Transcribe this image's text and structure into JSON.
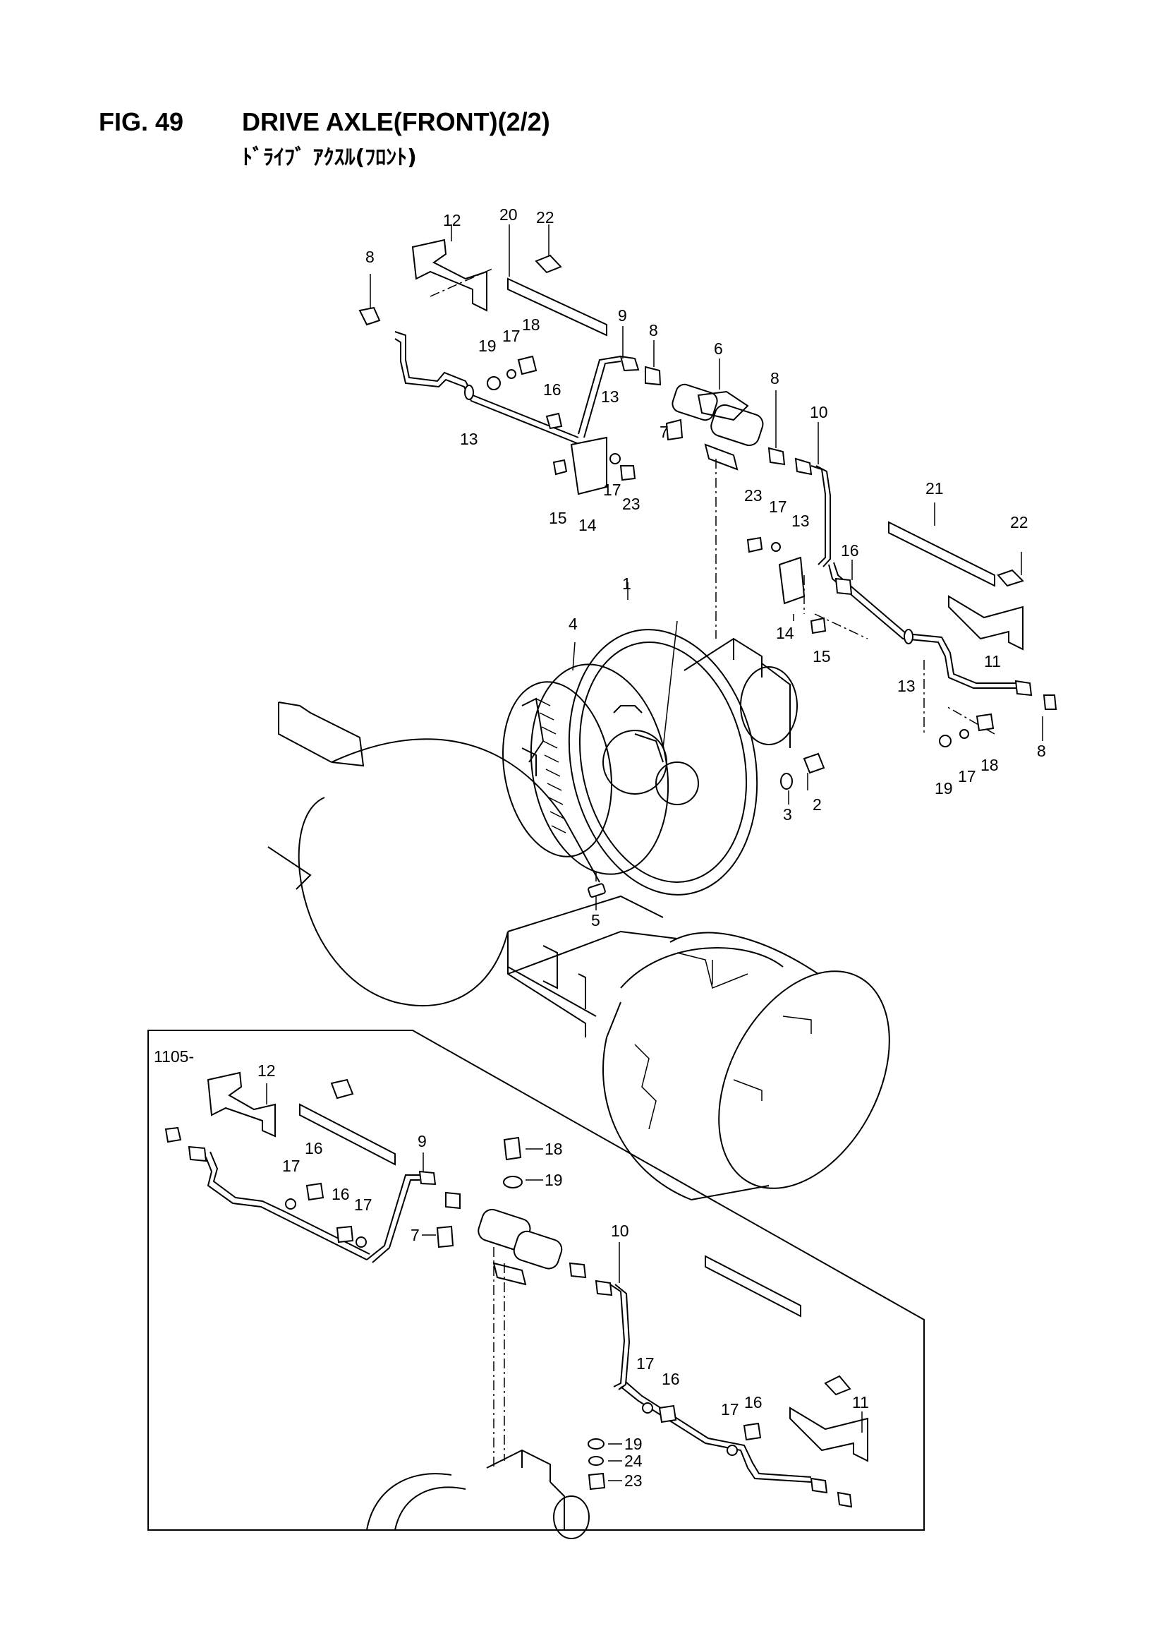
{
  "header": {
    "figure_number": "FIG. 49",
    "title": "DRIVE AXLE(FRONT)(2/2)",
    "subtitle": "ﾄﾞﾗｲﾌﾞ ｱｸｽﾙ(ﾌﾛﾝﾄ)"
  },
  "inset": {
    "serial_label": "1105-"
  },
  "callouts": {
    "main": [
      "12",
      "20",
      "22",
      "8",
      "9",
      "8",
      "6",
      "18",
      "17",
      "19",
      "16",
      "13",
      "13",
      "7",
      "8",
      "10",
      "15",
      "14",
      "17",
      "23",
      "23",
      "17",
      "13",
      "16",
      "21",
      "22",
      "14",
      "15",
      "1",
      "4",
      "11",
      "13",
      "8",
      "18",
      "17",
      "19",
      "3",
      "2",
      "5"
    ],
    "inset": [
      "12",
      "9",
      "16",
      "17",
      "16",
      "17",
      "18",
      "19",
      "7",
      "10",
      "17",
      "16",
      "17",
      "16",
      "11",
      "19",
      "24",
      "23"
    ]
  }
}
